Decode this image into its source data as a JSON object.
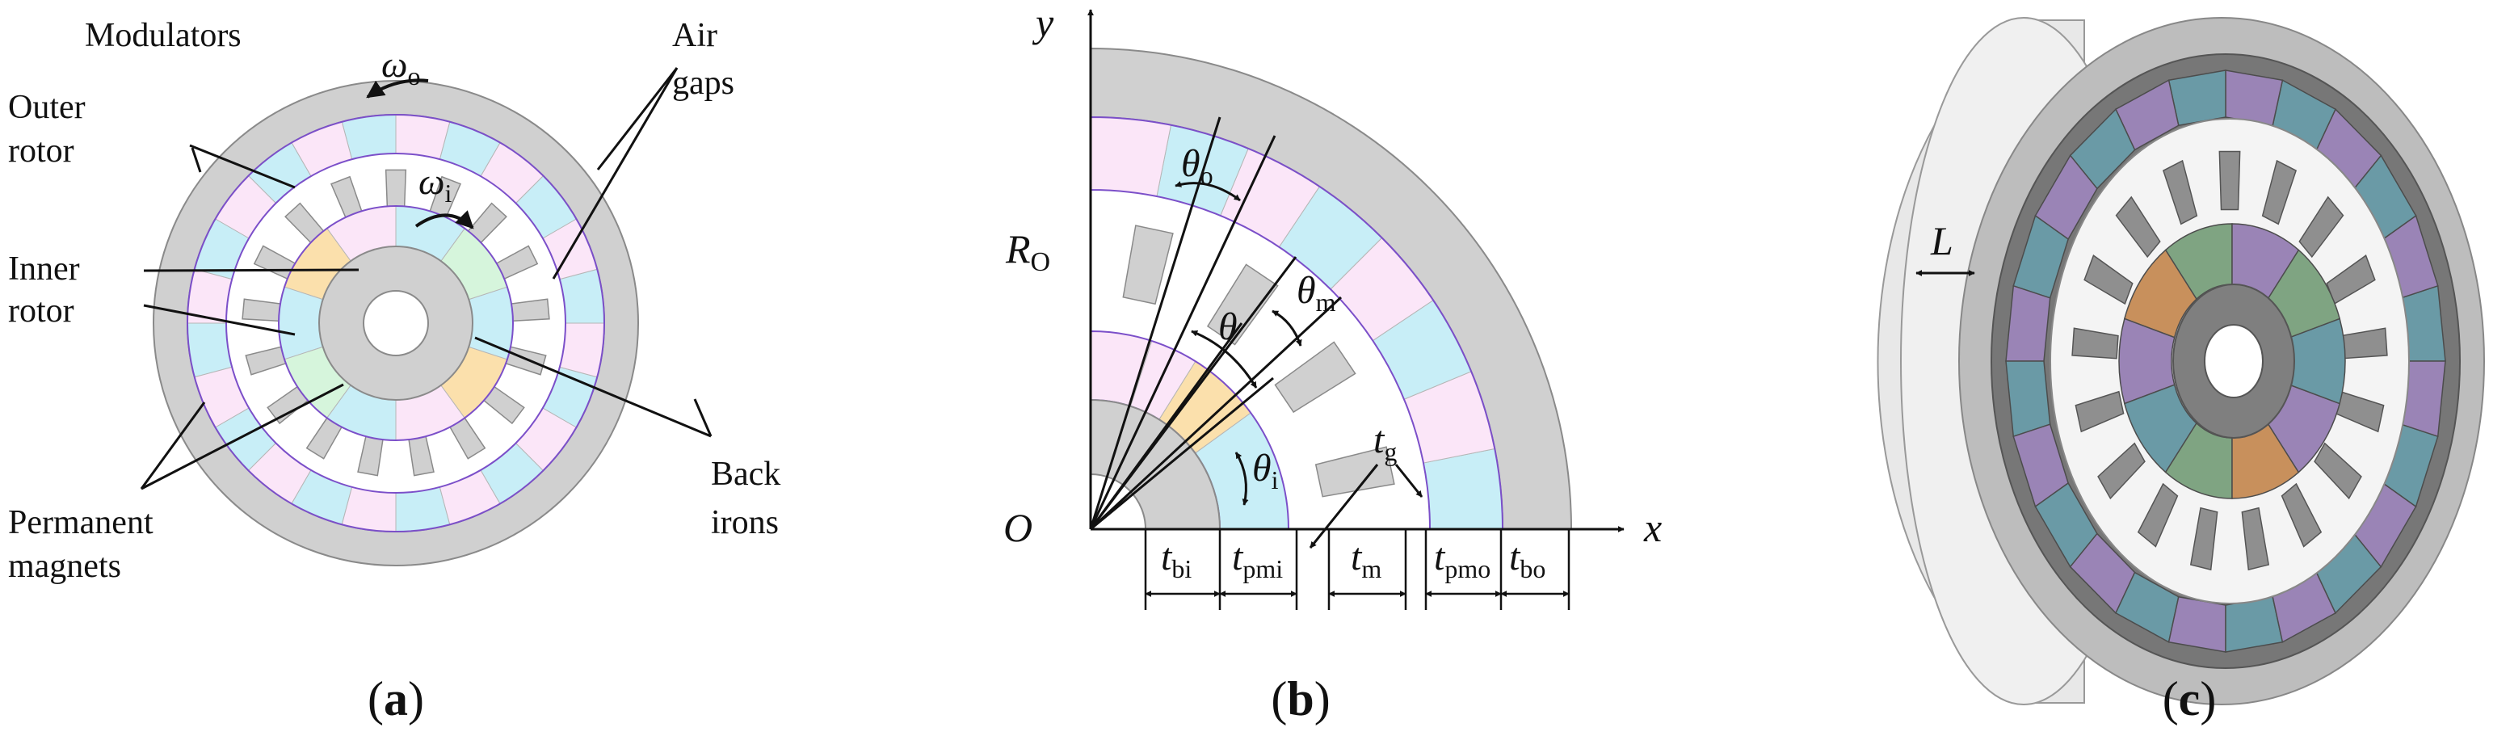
{
  "panels": {
    "a": {
      "caption_letter": "a",
      "labels": {
        "modulators": "Modulators",
        "outer_rotor_1": "Outer",
        "outer_rotor_2": "rotor",
        "air_gaps_1": "Air",
        "air_gaps_2": "gaps",
        "inner_rotor_1": "Inner",
        "inner_rotor_2": "rotor",
        "back_irons_1": "Back",
        "back_irons_2": "irons",
        "pm_1": "Permanent",
        "pm_2": "magnets",
        "omega": "ω",
        "omega_o_sub": "o",
        "omega_i_sub": "i"
      }
    },
    "b": {
      "caption_letter": "b",
      "labels": {
        "y_axis": "y",
        "x_axis": "x",
        "origin": "O",
        "R": "R",
        "R_sub": "O",
        "theta": "θ",
        "theta_o_sub": "o",
        "theta_m_sub": "m",
        "theta_i_sub": "i",
        "t": "t",
        "t_bi_sub": "bi",
        "t_pmi_sub": "pmi",
        "t_m_sub": "m",
        "t_pmo_sub": "pmo",
        "t_bo_sub": "bo",
        "t_g_sub": "g"
      }
    },
    "c": {
      "caption_letter": "c",
      "labels": {
        "length": "L"
      }
    }
  },
  "colors": {
    "iron_gray": "#d0d0d0",
    "iron_stroke": "#8a8a8a",
    "pm_cyan": "#c8eef7",
    "pm_pink": "#fbe6f8",
    "pm_orange": "#fbe0ac",
    "pm_green": "#d6f5dc",
    "pm_purple_line": "#7b4fc9",
    "steel_dark": "#7a7a7a",
    "steel_mid": "#9a9a9a",
    "steel_light": "#dcdcdc",
    "teal_3d": "#6a9aa6",
    "purple_3d": "#9a84b6",
    "orange_3d": "#c8905c",
    "green_3d": "#7fa482"
  }
}
